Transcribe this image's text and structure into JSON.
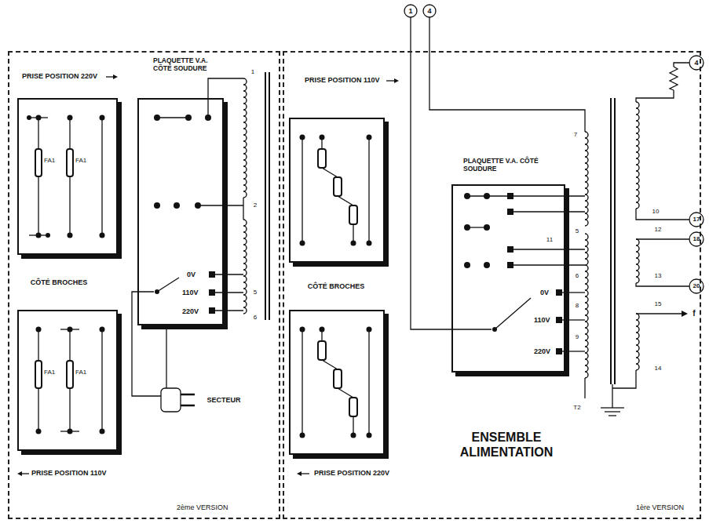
{
  "diagram": {
    "nodes": [
      {
        "text": [
          "2ème VERSION"
        ]
      },
      {
        "text": [
          "PRISE POSITION 220V",
          "FA1",
          "FA1"
        ],
        "in": 0
      },
      {
        "text": [
          "PLAQUETTE V.A. CÔTÉ SOUDURE",
          "0V",
          "110V",
          "220V"
        ],
        "in": 0
      },
      {
        "text": [
          "PRISE POSITION 110V",
          "FA1",
          "FA1"
        ],
        "in": 0
      },
      {
        "text": [
          "ENSEMBLE ALIMENTATION",
          "1ère VERSION"
        ]
      },
      {
        "text": [
          "PRISE POSITION 110V"
        ],
        "in": 4
      },
      {
        "text": [
          "PLAQUETTE V.A. CÔTÉ SOUDURE",
          "0V",
          "110V",
          "220V"
        ],
        "in": 4
      },
      {
        "text": [
          "PRISE POSITION 220V"
        ],
        "in": 4
      }
    ],
    "labels": [
      "CÔTÉ BROCHES",
      "SECTEUR",
      "1",
      "2",
      "5",
      "6",
      "CÔTÉ BROCHES",
      "1",
      "4",
      "4",
      "7",
      "5",
      "11",
      "6",
      "8",
      "9",
      "T2",
      "10",
      "12",
      "13",
      "15",
      "14",
      "17",
      "18",
      "20",
      "f"
    ]
  }
}
